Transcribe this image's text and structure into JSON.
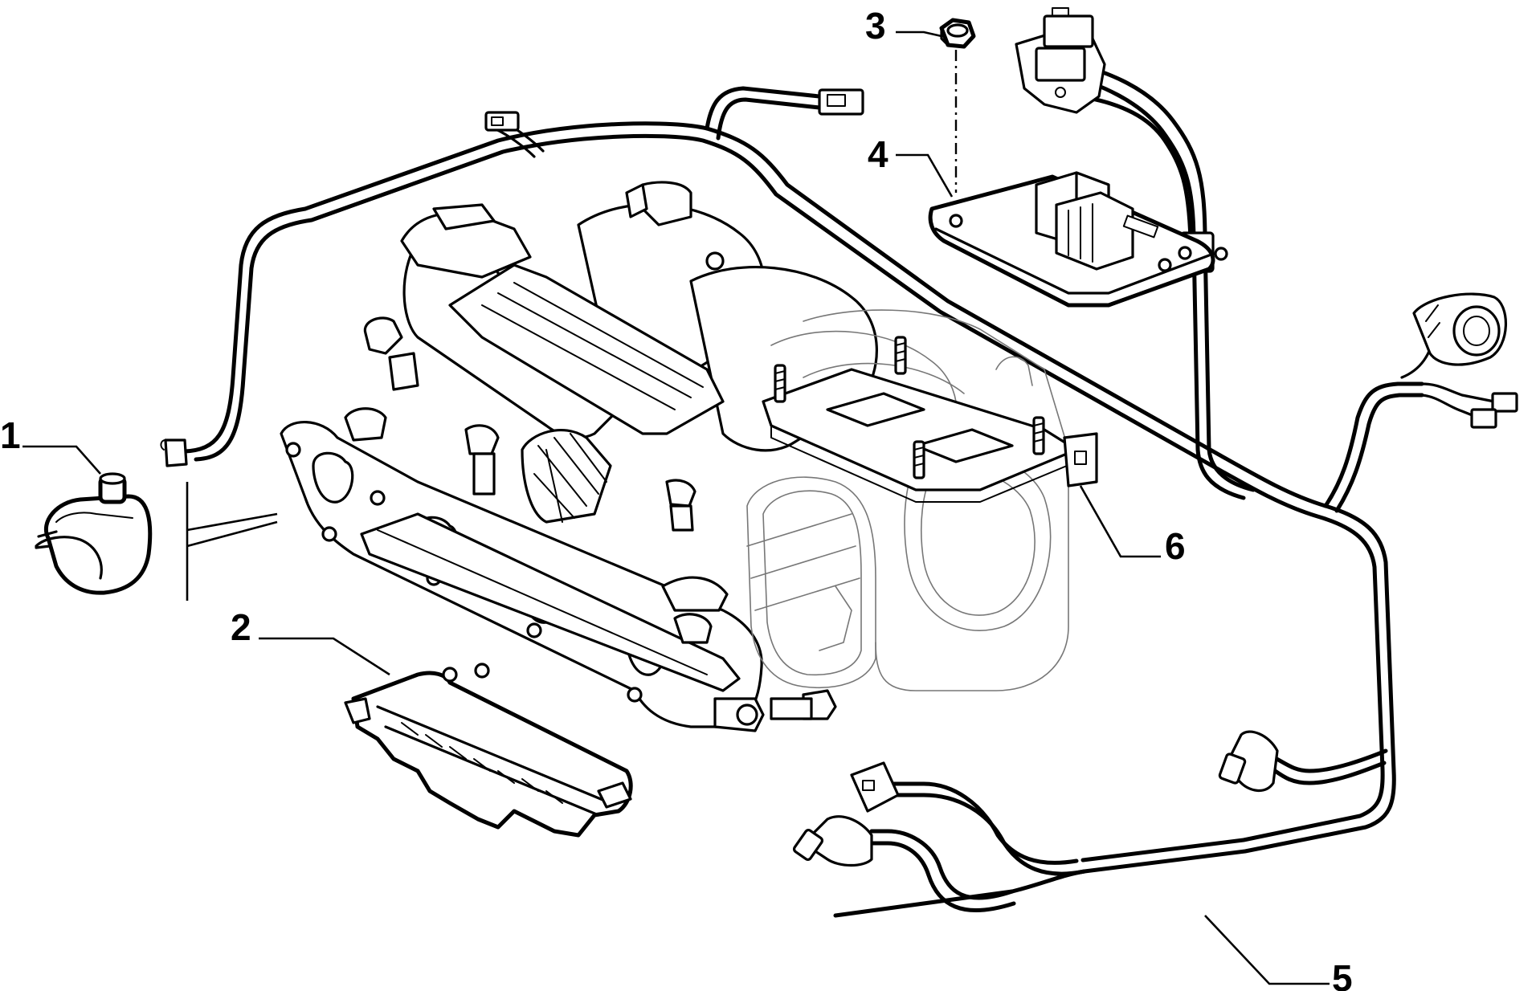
{
  "callouts": [
    {
      "id": "1",
      "label": "1"
    },
    {
      "id": "2",
      "label": "2"
    },
    {
      "id": "3",
      "label": "3"
    },
    {
      "id": "4",
      "label": "4"
    },
    {
      "id": "5",
      "label": "5"
    },
    {
      "id": "6",
      "label": "6"
    }
  ],
  "colors": {
    "line": "#000000",
    "ghost_line": "#777777",
    "background": "#ffffff"
  }
}
